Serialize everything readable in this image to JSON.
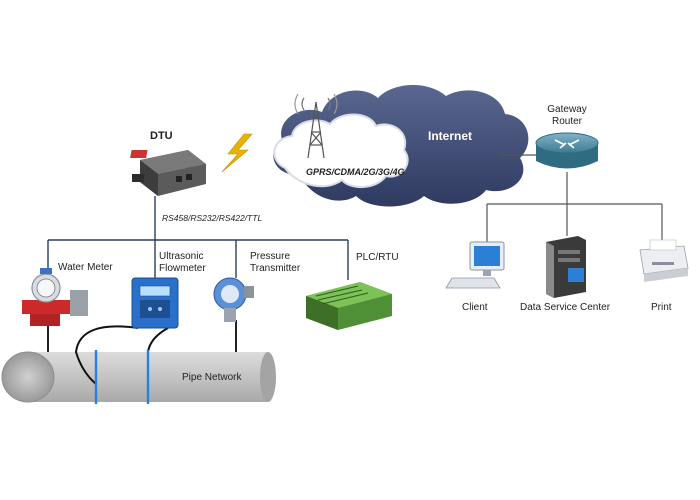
{
  "dtu_label": "DTU",
  "protocols_label": "RS458/RS232/RS422/TTL",
  "network_label": "GPRS/CDMA/2G/3G/4G",
  "internet_label": "Internet",
  "gateway_label": "Gateway\nRouter",
  "devices": {
    "water_meter": "Water Meter",
    "ultrasonic": "Ultrasonic\nFlowmeter",
    "pressure": "Pressure\nTransmitter",
    "plc": "PLC/RTU"
  },
  "pipe_label": "Pipe Network",
  "endpoints": {
    "client": "Client",
    "data_center": "Data Service Center",
    "print": "Print"
  },
  "colors": {
    "cloud": "#3d4a72",
    "pipe": "#c8c8c8",
    "wire": "#2b3f5c",
    "lightning": "#e8b200",
    "meter_blue": "#2a6fc9",
    "plc_green": "#6bb24a"
  }
}
